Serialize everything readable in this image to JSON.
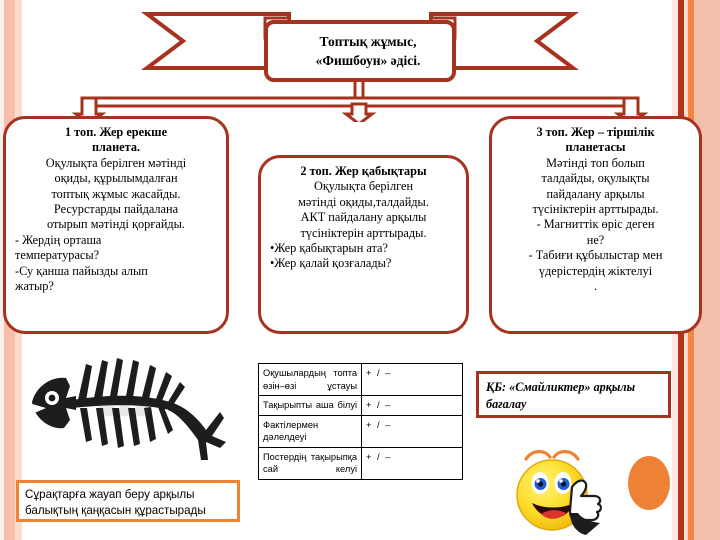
{
  "slide": {
    "banner": {
      "line1": "Топтық жұмыс,",
      "line2": "«Фишбоун» әдісі."
    },
    "groups": [
      {
        "id": "group-1",
        "title_line1": "1 топ. Жер ерекше",
        "title_line2": "планета.",
        "body_line1": "Оқулықта берілген мәтінді",
        "body_line2": "оқиды, құрылымдалған",
        "body_line3": "топтық жұмыс жасайды.",
        "body_line4": "Ресурстарды пайдалана",
        "body_line5": "отырып мәтінді қорғайды.",
        "q1": "- Жердің орташа",
        "q2": "температурасы?",
        "q3": "-Су қанша пайызды алып",
        "q4": "жатыр?"
      },
      {
        "id": "group-2",
        "title_line1": "2 топ. Жер қабықтары",
        "body_line1": "Оқулықта берілген",
        "body_line2": "мәтінді оқиды,талдайды.",
        "body_line3": "АКТ пайдалану арқылы",
        "body_line4": "түсініктерін арттырады.",
        "q1": "•Жер қабықтарын ата?",
        "q2": "•Жер қалай қозғалады?"
      },
      {
        "id": "group-3",
        "title_line1": "3 топ. Жер – тіршілік",
        "title_line2": "планетасы",
        "body_line1": "Мәтінді топ болып",
        "body_line2": "талдайды, оқулықты",
        "body_line3": "пайдалану арқылы",
        "body_line4": "түсініктерін арттырады.",
        "q1": "- Магниттік өріс деген",
        "q2": "не?",
        "q3": "- Табиғи құбылыстар мен",
        "q4": "үдерістердің жіктелуі",
        "q5": "."
      }
    ],
    "fish_caption": {
      "line1": "Сұрақтарға жауап беру арқылы",
      "line2": "балықтың қаңқасын құрастырады"
    },
    "assessment_table": {
      "rows": [
        {
          "criterion": "Оқушылардың топта өзін–өзі ұстауы",
          "mark": "+ / –"
        },
        {
          "criterion": "Тақырыпты аша білуі",
          "mark": "+ / –"
        },
        {
          "criterion": "Фактілермен дәлелдеуі",
          "mark": "+ / –"
        },
        {
          "criterion": "Постердің тақырыпқа сай келуі",
          "mark": "+ / –"
        }
      ]
    },
    "kb_box": {
      "line1": "ҚБ: «Смайликтер» арқылы",
      "line2": "бағалау"
    },
    "icons": {
      "fishbone": "fish-skeleton-icon",
      "smiley": "smiley-thumbs-up-icon",
      "orange_dot": "orange-circle-icon"
    },
    "colors": {
      "accent_dark_red": "#a5331f",
      "accent_orange": "#f08233",
      "stripe_peach": "#f3bfaa",
      "smiley_yellow": "#f9df2a"
    }
  }
}
